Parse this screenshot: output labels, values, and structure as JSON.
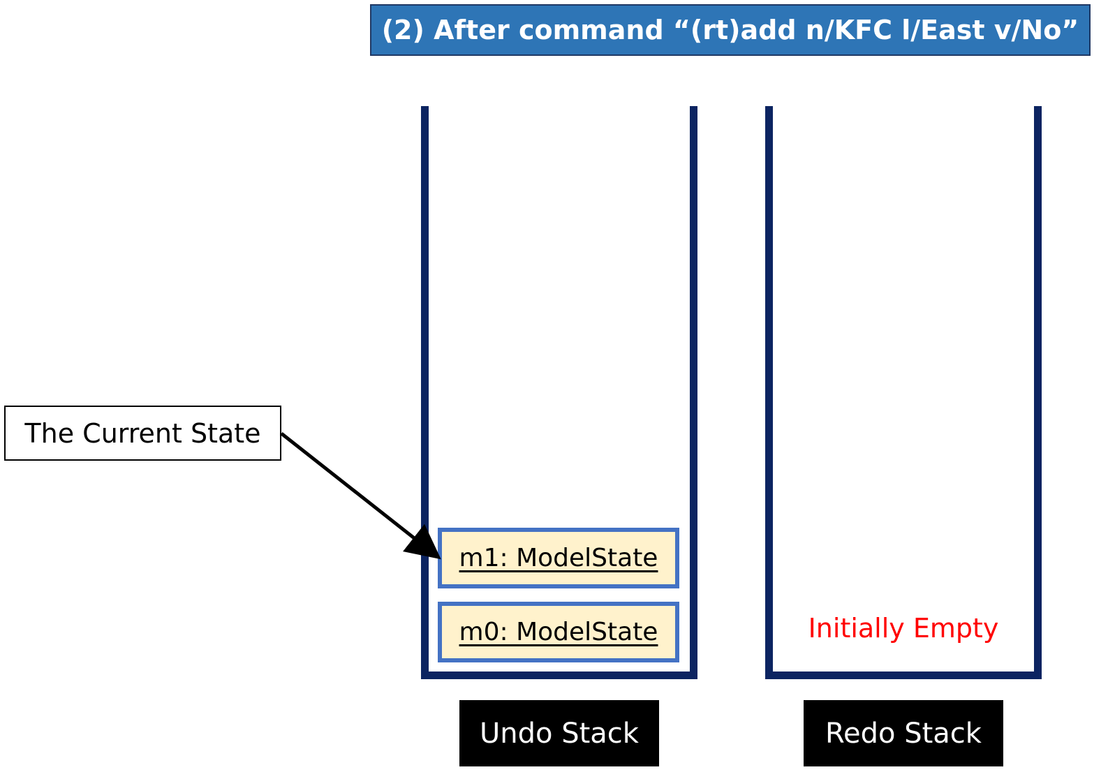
{
  "title": "(2) After command “(rt)add n/KFC l/East v/No”",
  "undo_stack": {
    "label": "Undo Stack",
    "items": [
      {
        "text": "m1: ModelState"
      },
      {
        "text": "m0: ModelState"
      }
    ]
  },
  "redo_stack": {
    "label": "Redo Stack",
    "empty_text": "Initially Empty"
  },
  "pointer": {
    "text": "The Current State"
  },
  "colors": {
    "banner": "#2e75b6",
    "stack_walls": "#0c2461",
    "state_fill": "#fff2cc",
    "state_border": "#4472c4",
    "empty_text": "#ff0000",
    "label_bg": "#000000"
  }
}
